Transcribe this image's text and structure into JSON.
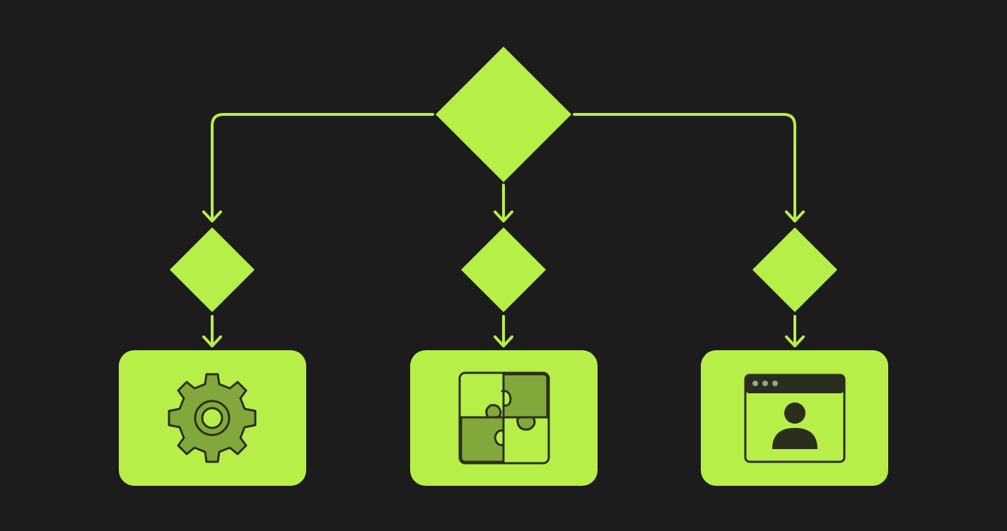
{
  "colors": {
    "background": "#1c1c1c",
    "accent": "#b8ee48",
    "icon_fill": "#82a83c",
    "icon_outline": "#2a2e1c"
  },
  "diagram": {
    "root_node": {
      "shape": "diamond"
    },
    "branches": [
      {
        "decision_shape": "diamond",
        "card_icon": "gear-icon"
      },
      {
        "decision_shape": "diamond",
        "card_icon": "puzzle-icon"
      },
      {
        "decision_shape": "diamond",
        "card_icon": "browser-user-icon"
      }
    ]
  }
}
